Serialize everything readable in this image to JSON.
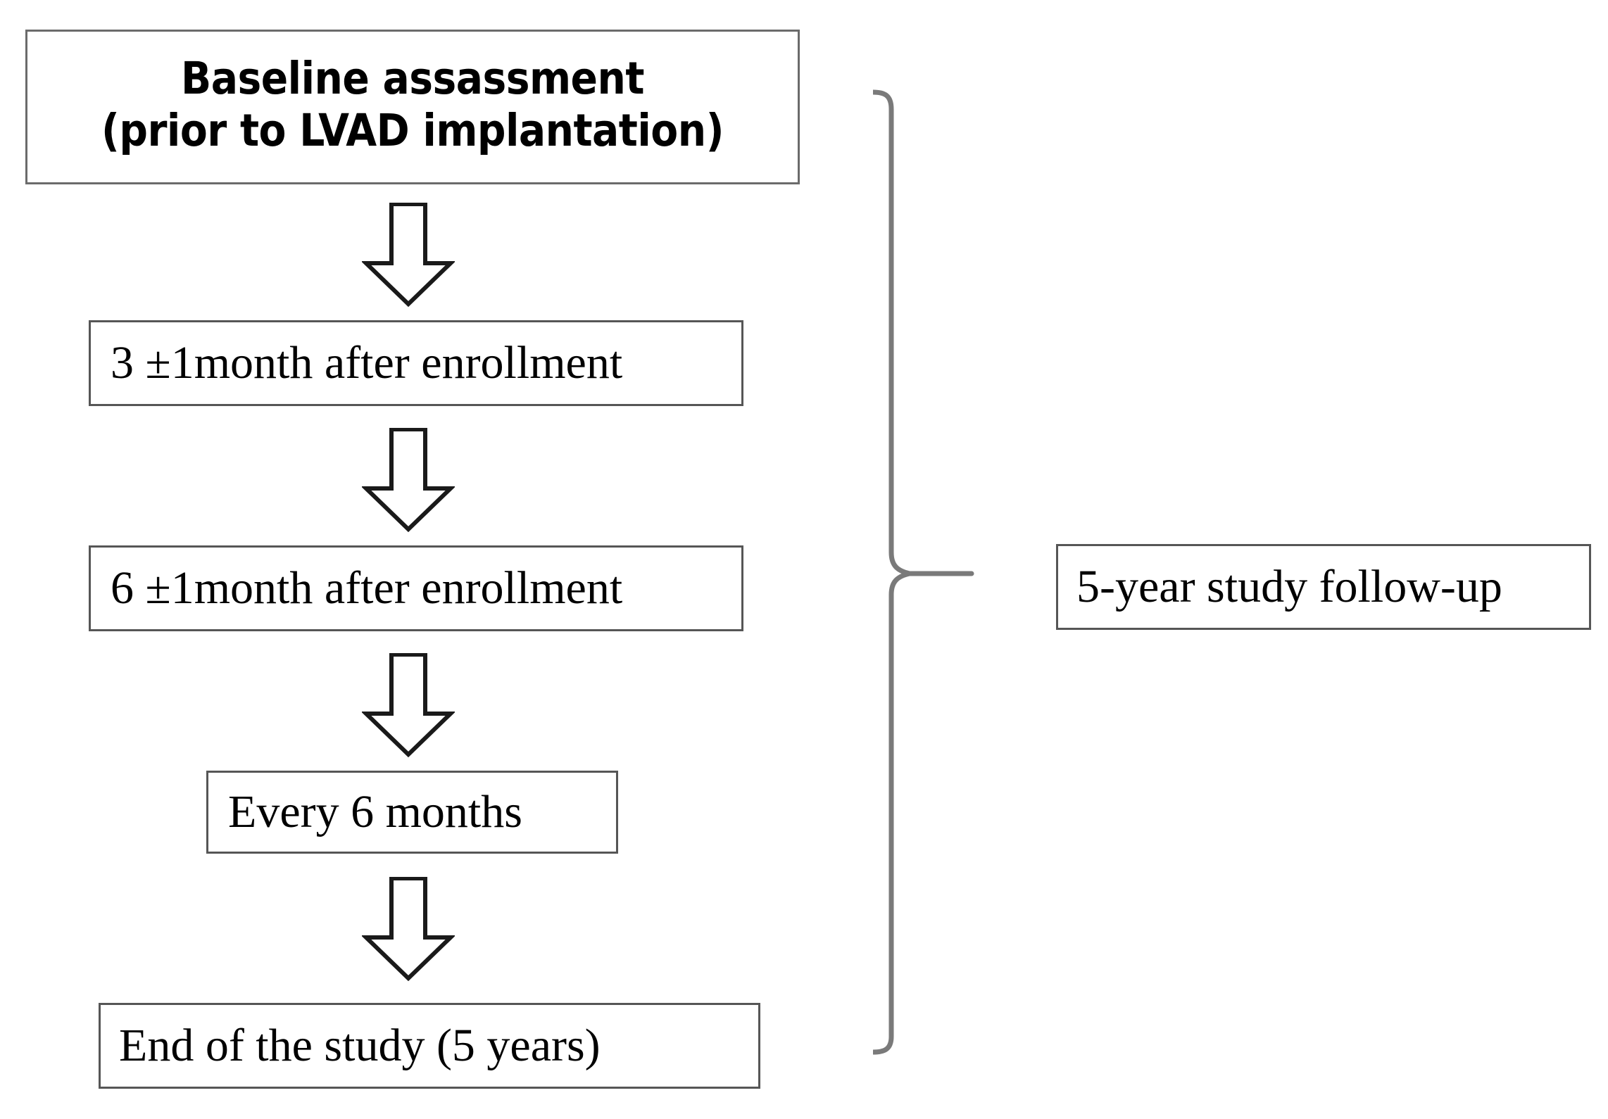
{
  "diagram": {
    "type": "flowchart",
    "title": "LVAD study assessment timeline",
    "orientation": "vertical",
    "colors": {
      "box_border": "#565656",
      "box_border_light": "#6b6b6b",
      "box_fill": "#ffffff",
      "arrow_stroke": "#1a1a1a",
      "arrow_fill": "#ffffff",
      "brace_stroke": "#7a7a7a",
      "text": "#000000",
      "background": "#ffffff"
    },
    "nodes": [
      {
        "id": "baseline",
        "label": "Baseline assassment\n(prior to LVAD implantation)",
        "line1": "Baseline assassment",
        "line2": "(prior to LVAD implantation)",
        "font": "sans-condensed-bold"
      },
      {
        "id": "month3",
        "label": "3 ±1month after enrollment",
        "font": "serif"
      },
      {
        "id": "month6",
        "label": "6  ±1month after enrollment",
        "font": "serif"
      },
      {
        "id": "every6",
        "label": "Every 6 months",
        "font": "serif"
      },
      {
        "id": "end",
        "label": "End of the study (5 years)",
        "font": "serif"
      }
    ],
    "side_node": {
      "id": "followup",
      "label": "5-year study follow-up",
      "font": "serif",
      "brace_spans": [
        "baseline",
        "end"
      ]
    },
    "connectors": [
      {
        "id": "arrow-baseline-to-month3",
        "icon": "arrow-down-hollow-icon",
        "from": "baseline",
        "to": "month3"
      },
      {
        "id": "arrow-month3-to-month6",
        "icon": "arrow-down-hollow-icon",
        "from": "month3",
        "to": "month6"
      },
      {
        "id": "arrow-month6-to-every6",
        "icon": "arrow-down-hollow-icon",
        "from": "month6",
        "to": "every6"
      },
      {
        "id": "arrow-every6-to-end",
        "icon": "arrow-down-hollow-icon",
        "from": "every6",
        "to": "end"
      },
      {
        "id": "brace-follow-up",
        "icon": "curly-brace-right-icon",
        "from": "baseline",
        "to": "end",
        "target": "followup"
      }
    ]
  }
}
